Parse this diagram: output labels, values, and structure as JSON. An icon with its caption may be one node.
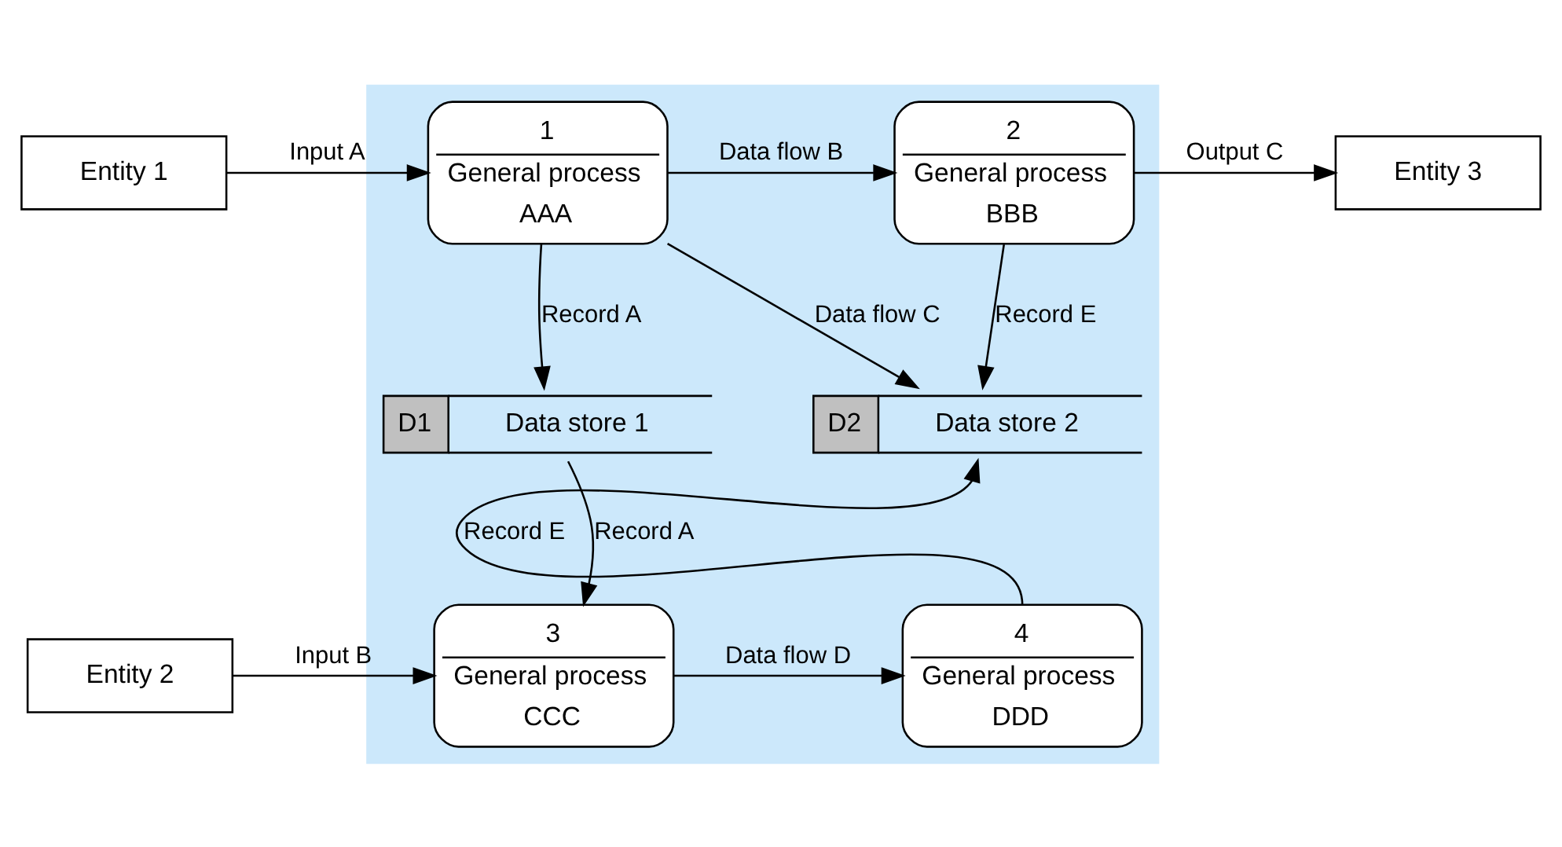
{
  "diagram": {
    "nodes": [
      {
        "text": [],
        "shape": "box"
      },
      {
        "text": [
          "Entity 1"
        ]
      },
      {
        "text": [
          "1",
          "General process",
          "AAA"
        ],
        "in": 0
      },
      {
        "text": [
          "2",
          "General process",
          "BBB"
        ],
        "in": 0
      },
      {
        "text": [
          "Entity 3"
        ]
      },
      {
        "text": [
          "D1",
          "Data store 1"
        ],
        "in": 0
      },
      {
        "text": [
          "D2",
          "Data store 2"
        ],
        "in": 0
      },
      {
        "text": [
          "Entity 2"
        ]
      },
      {
        "text": [
          "3",
          "General process",
          "CCC"
        ],
        "in": 0
      },
      {
        "text": [
          "4",
          "General process",
          "DDD"
        ],
        "in": 0
      }
    ],
    "edges": [
      {
        "from": 1,
        "to": 2,
        "arrow": "to",
        "label": "Input A"
      },
      {
        "from": 2,
        "to": 3,
        "arrow": "to",
        "label": "Data flow B"
      },
      {
        "from": 3,
        "to": 4,
        "arrow": "to",
        "label": "Output C"
      },
      {
        "from": 2,
        "to": 6,
        "arrow": "to",
        "label": "Data flow C"
      },
      {
        "from": 2,
        "to": 5,
        "arrow": "to",
        "label": "Record A"
      },
      {
        "from": 3,
        "to": 6,
        "arrow": "to",
        "label": "Record E"
      },
      {
        "from": 5,
        "to": 8,
        "arrow": "to",
        "label": "Record A"
      },
      {
        "from": 7,
        "to": 8,
        "arrow": "to",
        "label": "Input B"
      },
      {
        "from": 8,
        "to": 9,
        "arrow": "to",
        "label": "Data flow D"
      },
      {
        "from": 9,
        "to": 6,
        "arrow": "to",
        "label": "Record E"
      }
    ]
  }
}
